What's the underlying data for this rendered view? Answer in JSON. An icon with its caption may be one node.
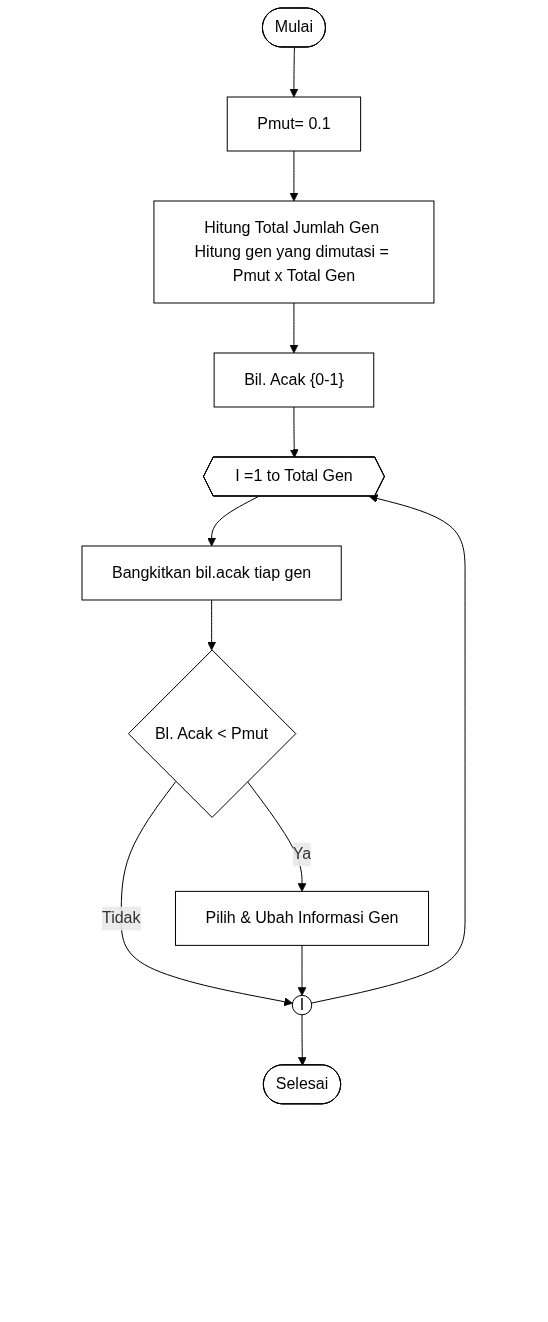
{
  "diagram": {
    "nodes": [
      {
        "text": [
          "Mulai"
        ]
      },
      {
        "text": [
          "Pmut= 0.1"
        ]
      },
      {
        "text": [
          "Hitung Total Jumlah Gen Hitung gen yang dimutasi = Pmut x Total Gen"
        ]
      },
      {
        "text": [
          "Bil. Acak {0-1}"
        ]
      },
      {
        "text": [
          "I =1 to Total Gen"
        ]
      },
      {
        "text": [
          "Bangkitkan bil.acak tiap gen"
        ]
      },
      {
        "text": [
          "Bl. Acak < Pmut"
        ]
      },
      {
        "text": [
          "Pilih & Ubah Informasi Gen"
        ]
      },
      {
        "text": [
          "I"
        ]
      },
      {
        "text": [
          "Selesai"
        ]
      }
    ],
    "edges": [
      {
        "from": 0,
        "to": 1,
        "arrow": "to"
      },
      {
        "from": 1,
        "to": 2,
        "arrow": "to"
      },
      {
        "from": 2,
        "to": 3,
        "arrow": "to"
      },
      {
        "from": 3,
        "to": 4,
        "arrow": "to"
      },
      {
        "from": 4,
        "to": 5,
        "arrow": "to"
      },
      {
        "from": 5,
        "to": 6,
        "arrow": "to"
      },
      {
        "from": 6,
        "to": 7,
        "label": "Ya",
        "arrow": "to"
      },
      {
        "from": 6,
        "to": 8,
        "label": "Tidak",
        "arrow": "to"
      },
      {
        "from": 7,
        "to": 8,
        "arrow": "to"
      },
      {
        "from": 8,
        "to": 4,
        "arrow": "to"
      },
      {
        "from": 8,
        "to": 9,
        "arrow": "to"
      }
    ]
  }
}
